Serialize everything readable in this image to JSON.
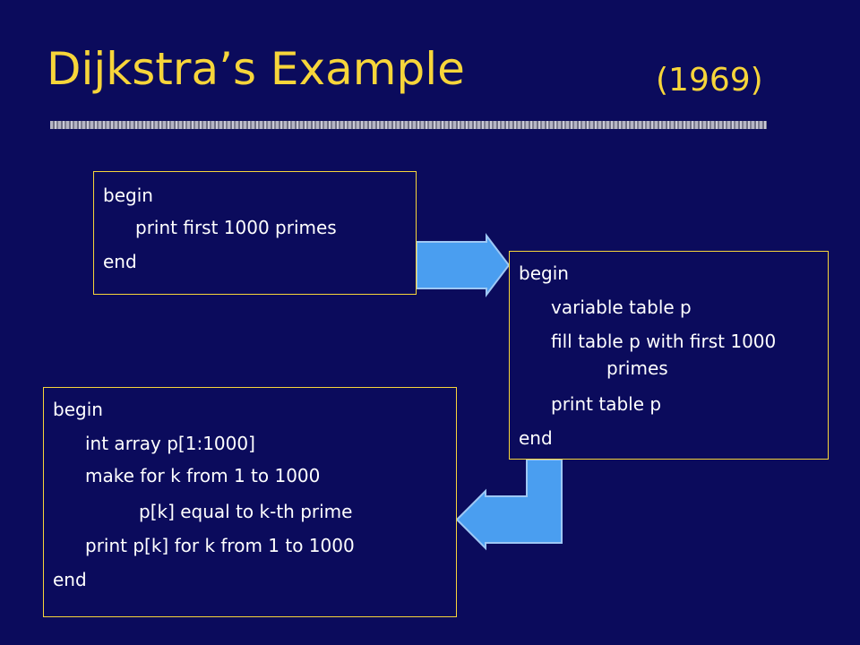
{
  "slide": {
    "title": "Dijkstra’s Example",
    "year": "(1969)"
  },
  "box1": {
    "lines": [
      "begin",
      "print first 1000 primes",
      "end"
    ]
  },
  "box2": {
    "lines": [
      "begin",
      "variable table p",
      "fill table p with first 1000",
      "primes",
      "print table p",
      "end"
    ]
  },
  "box3": {
    "lines": [
      "begin",
      "int array p[1:1000]",
      "make for k from 1 to 1000",
      "p[k] equal to k-th prime",
      "print p[k] for k from 1 to 1000",
      "end"
    ]
  },
  "colors": {
    "background": "#0b0b5c",
    "title": "#f7d53a",
    "box_border": "#f7d53a",
    "arrow_fill": "#4a9ef0"
  }
}
